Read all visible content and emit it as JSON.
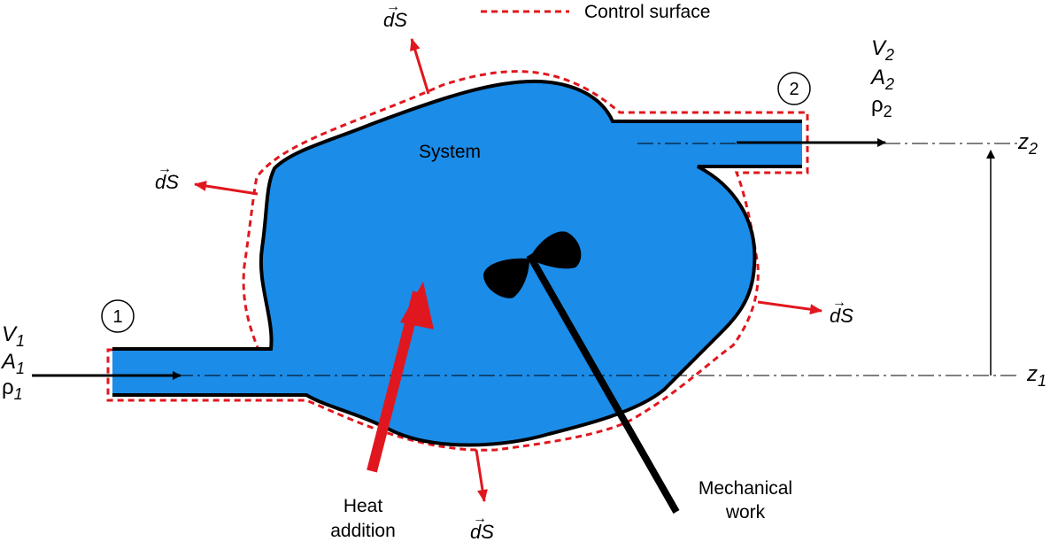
{
  "legend": {
    "label": "Control surface",
    "line_color": "#e0171e"
  },
  "system_label": "System",
  "inlet": {
    "station": "1",
    "velocity": "V",
    "area": "A",
    "density": "ρ",
    "subscript": "1",
    "elevation": "z",
    "elevation_subscript": "1"
  },
  "outlet": {
    "station": "2",
    "velocity": "V",
    "area": "A",
    "density": "ρ",
    "subscript": "2",
    "elevation": "z",
    "elevation_subscript": "2"
  },
  "surface_normal": {
    "label": "dS",
    "arrow": "→"
  },
  "heat": {
    "line1": "Heat",
    "line2": "addition"
  },
  "work": {
    "line1": "Mechanical",
    "line2": "work"
  },
  "colors": {
    "fluid": "#1b8ce8",
    "arrow_red": "#e0171e",
    "outline": "#000000"
  },
  "icons": {
    "paddle": "paddle-wheel-icon"
  }
}
